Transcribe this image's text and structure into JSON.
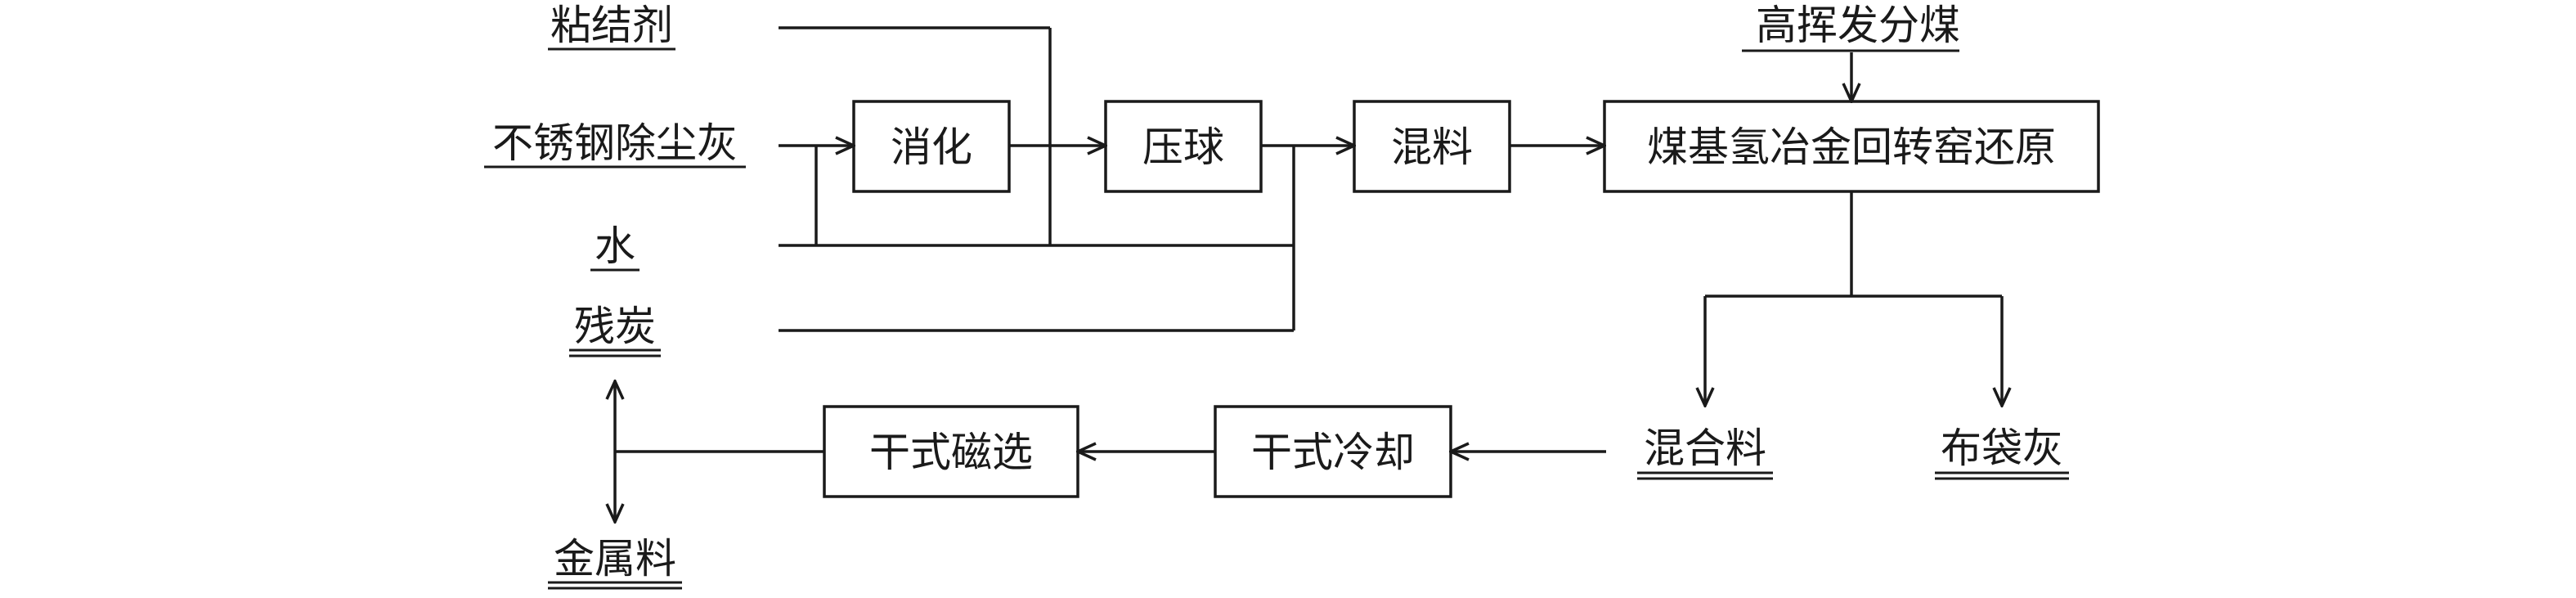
{
  "inputs": {
    "binder": "粘结剂",
    "stainless_dust": "不锈钢除尘灰",
    "water": "水",
    "residual_carbon": "残炭",
    "high_volatile_coal": "高挥发分煤"
  },
  "process": {
    "digestion": "消化",
    "pelletizing": "压球",
    "mixing": "混料",
    "kiln_reduction": "煤基氢冶金回转窑还原",
    "dry_cooling": "干式冷却",
    "dry_magnetic_separation": "干式磁选"
  },
  "outputs": {
    "mixed_material": "混合料",
    "baghouse_dust": "布袋灰",
    "metal_material": "金属料"
  }
}
